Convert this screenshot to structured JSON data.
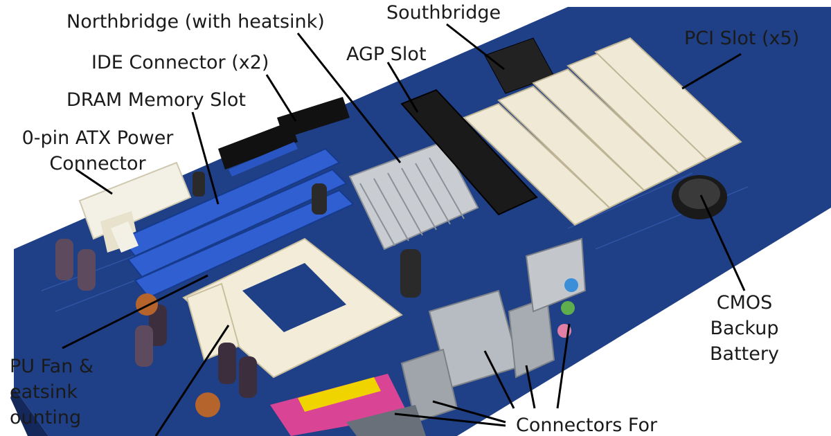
{
  "image": {
    "subject": "motherboard-photo",
    "colors": {
      "background": "#ffffff",
      "board": "#1f3f86",
      "board_dark": "#14285c",
      "dimm_slot": "#2f5fd0",
      "pci_slot": "#efe9d6",
      "agp_slot": "#1a1a1a",
      "heatsink": "#c9cdd2",
      "socket": "#f2ecd9",
      "label_text": "#1a1a1a",
      "leader_line": "#000000"
    }
  },
  "labels": {
    "northbridge": "Northbridge (with heatsink)",
    "southbridge": "Southbridge",
    "agp_slot": "AGP Slot",
    "pci_slot": "PCI Slot (x5)",
    "ide_connector": "IDE Connector (x2)",
    "dram_slot": "DRAM Memory Slot",
    "atx_power_line1": "0-pin ATX Power",
    "atx_power_line2": "Connector",
    "cmos_line1": "CMOS",
    "cmos_line2": "Backup",
    "cmos_line3": "Battery",
    "cpu_line1": "PU Fan &",
    "cpu_line2": "eatsink",
    "cpu_line3": "ounting",
    "connectors_for": "Connectors For"
  }
}
